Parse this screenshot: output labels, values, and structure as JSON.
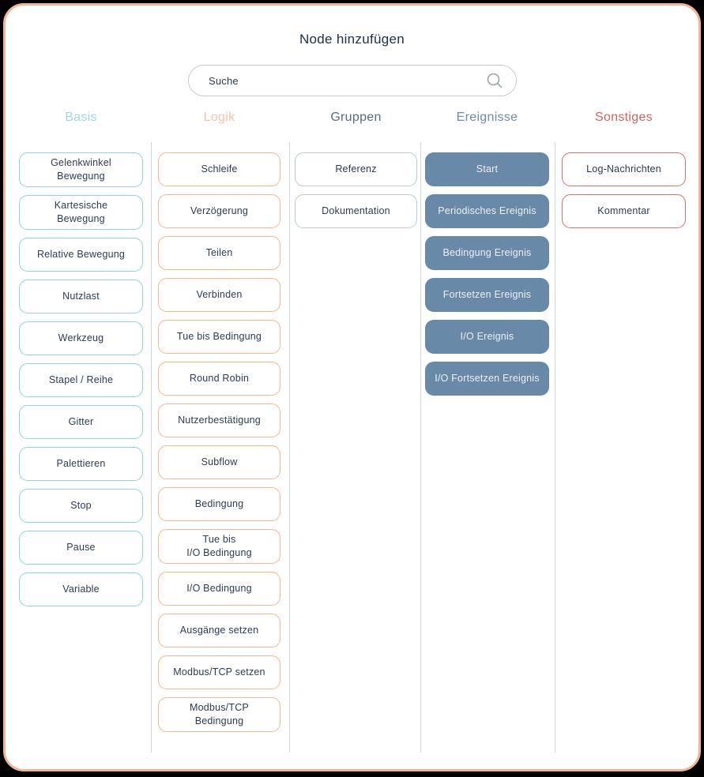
{
  "dialog": {
    "title": "Node hinzufügen",
    "search": {
      "placeholder": "Suche"
    }
  },
  "colors": {
    "dialog_border": "#f2b493",
    "divider": "#ccd7e0",
    "button_text": "#2c3c52",
    "filled_button_text": "#edf1f6"
  },
  "columns": [
    {
      "key": "basis",
      "label": "Basis",
      "header_color": "#9ed8df",
      "border_color": "#8ed3da",
      "items": [
        "Gelenkwinkel\nBewegung",
        "Kartesische\nBewegung",
        "Relative Bewegung",
        "Nutzlast",
        "Werkzeug",
        "Stapel / Reihe",
        "Gitter",
        "Palettieren",
        "Stop",
        "Pause",
        "Variable"
      ]
    },
    {
      "key": "logik",
      "label": "Logik",
      "header_color": "#f6c2a0",
      "border_color": "#f3b78f",
      "items": [
        "Schleife",
        "Verzögerung",
        "Teilen",
        "Verbinden",
        "Tue bis Bedingung",
        "Round Robin",
        "Nutzerbestätigung",
        "Subflow",
        "Bedingung",
        "Tue bis\nI/O Bedingung",
        "I/O Bedingung",
        "Ausgänge setzen",
        "Modbus/TCP setzen",
        "Modbus/TCP\nBedingung"
      ]
    },
    {
      "key": "gruppen",
      "label": "Gruppen",
      "header_color": "#5a6a80",
      "border_color": "#bcc9d6",
      "items": [
        "Referenz",
        "Dokumentation"
      ]
    },
    {
      "key": "ereignisse",
      "label": "Ereignisse",
      "header_color": "#6e8cab",
      "fill_color": "#6889a8",
      "items": [
        "Start",
        "Periodisches Ereignis",
        "Bedingung Ereignis",
        "Fortsetzen Ereignis",
        "I/O Ereignis",
        "I/O Fortsetzen Ereignis"
      ]
    },
    {
      "key": "sonstiges",
      "label": "Sonstiges",
      "header_color": "#d3635c",
      "border_color": "#d4716b",
      "items": [
        "Log-Nachrichten",
        "Kommentar"
      ]
    }
  ]
}
